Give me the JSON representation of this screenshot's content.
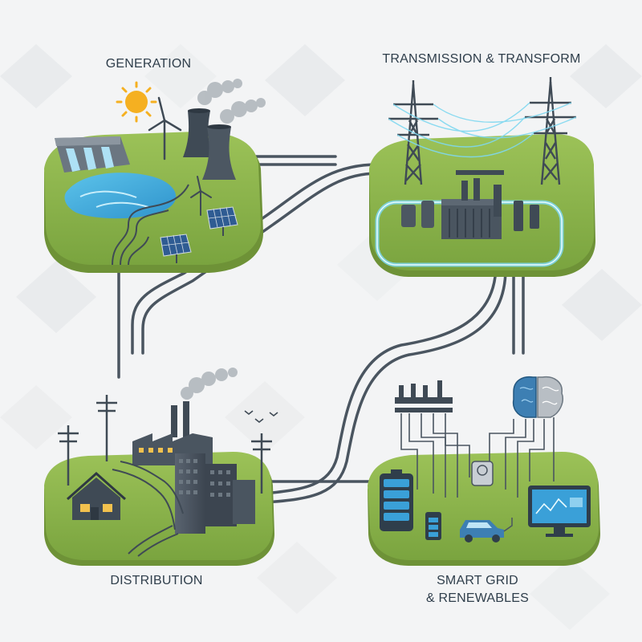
{
  "labels": {
    "generation": "GENERATION",
    "transmission": "TRANSMISSION & TRANSFORM",
    "distribution": "DISTRIBUTION",
    "smart_grid_line1": "SMART GRID",
    "smart_grid_line2": "& RENEWABLES"
  },
  "colors": {
    "background": "#f3f4f5",
    "grass": "#8bb24a",
    "grass_dark": "#6e9237",
    "soil": "#7a8a3c",
    "cable": "#4a5560",
    "structure": "#3f4a55",
    "water": "#4fb3e0",
    "glow": "#7fd8f0",
    "sun": "#f5b021",
    "window_light": "#f2c14e",
    "screen": "#3aa0d8",
    "brain_blue": "#3d7fb3"
  },
  "icons": [
    "sun-icon",
    "wind-turbine-icon",
    "cooling-tower-icon",
    "hydro-dam-icon",
    "solar-panel-icon",
    "transmission-tower-icon",
    "transformer-icon",
    "house-icon",
    "factory-icon",
    "office-building-icon",
    "utility-pole-icon",
    "battery-icon",
    "electric-car-icon",
    "monitor-icon",
    "brain-icon",
    "bird-icon"
  ]
}
